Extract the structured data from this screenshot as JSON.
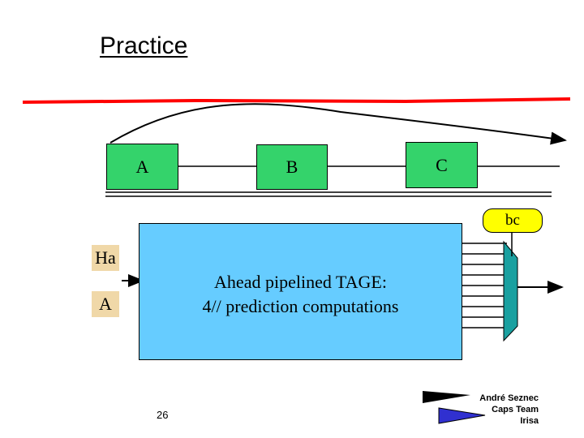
{
  "slide": {
    "title": "Practice",
    "boxes": {
      "a": "A",
      "b": "B",
      "c": "C",
      "bc": "bc"
    },
    "main_box": {
      "line1": "Ahead pipelined TAGE:",
      "line2": "4// prediction computations"
    },
    "side_labels": {
      "ha": "Ha",
      "a": "A"
    },
    "page_number": "26",
    "author": {
      "name": "André Seznec",
      "team": "Caps Team",
      "org": "Irisa"
    }
  },
  "colors": {
    "red_rule": "#ff0000",
    "green_box": "#34d36b",
    "yellow_box": "#ffff00",
    "main_box": "#66ccff",
    "mux": "#1aa0a0",
    "side_label_bg": "#f0d8a8",
    "logo_blue": "#3030d0"
  }
}
